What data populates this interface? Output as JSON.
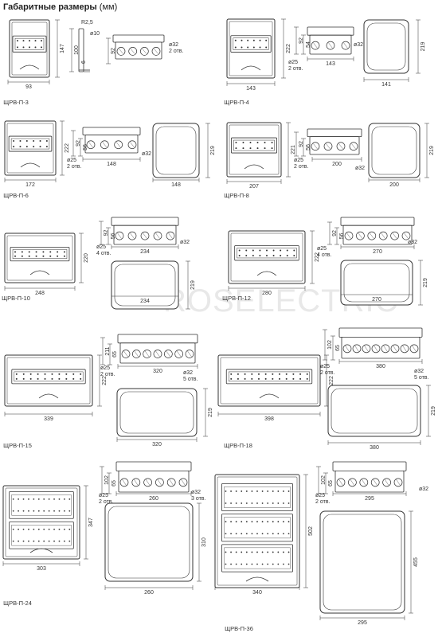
{
  "header": {
    "title": "Габаритные размеры",
    "unit": "(мм)"
  },
  "watermark": "ROSELECTRIC",
  "models": {
    "m3": {
      "label": "ЩРВ-П-3",
      "front_w": "93",
      "front_h": "147",
      "side_d": "100",
      "side_t": "6",
      "radius": "R2,5",
      "mount_hole": "ø10",
      "top_h": "92",
      "hole_a": "ø32",
      "hole_a_cnt": "2 отв."
    },
    "m4": {
      "label": "ЩРВ-П-4",
      "front_w": "143",
      "front_h": "222",
      "side_d": "92",
      "side_d2": "54",
      "base_w": "143",
      "hole_a": "ø32",
      "hole_b": "ø25",
      "hole_b_cnt": "2 отв.",
      "back_w": "141",
      "back_h": "219"
    },
    "m6": {
      "label": "ЩРВ-П-6",
      "front_w": "172",
      "front_h": "222",
      "side_d": "92",
      "side_d2": "56",
      "base_w": "148",
      "hole_a": "ø32",
      "hole_b": "ø25",
      "hole_b_cnt": "2 отв.",
      "back_w": "148",
      "back_h": "219"
    },
    "m8": {
      "label": "ЩРВ-П-8",
      "front_w": "207",
      "front_h": "221",
      "side_d": "92",
      "side_d2": "56",
      "base_w": "200",
      "hole_a": "ø32",
      "hole_b": "ø25",
      "hole_b_cnt": "2 отв.",
      "back_w": "200",
      "back_h": "219"
    },
    "m10": {
      "label": "ЩРВ-П-10",
      "front_w": "248",
      "front_h": "220",
      "side_d": "92",
      "side_d2": "56",
      "base_w": "234",
      "hole_a": "ø32",
      "hole_b": "ø25",
      "hole_b_cnt": "4 отв.",
      "back_w": "234",
      "back_h": "219"
    },
    "m12": {
      "label": "ЩРВ-П-12",
      "front_w": "280",
      "front_h": "222",
      "side_d": "92",
      "side_d2": "56",
      "base_w": "270",
      "hole_a": "ø32",
      "hole_b": "ø25",
      "hole_b_cnt": "4 отв.",
      "back_w": "270",
      "back_h": "219"
    },
    "m15": {
      "label": "ЩРВ-П-15",
      "front_w": "339",
      "front_h": "222",
      "side_d": "211",
      "side_d2": "65",
      "base_w": "320",
      "hole_a": "ø32",
      "hole_a_cnt": "5 отв.",
      "hole_b": "ø25",
      "hole_b_cnt": "2 отв.",
      "back_w": "320",
      "back_h": "219"
    },
    "m18": {
      "label": "ЩРВ-П-18",
      "front_w": "398",
      "front_h": "222",
      "side_d": "102",
      "side_d2": "65",
      "base_w": "380",
      "hole_a": "ø32",
      "hole_a_cnt": "5 отв.",
      "hole_b": "ø25",
      "hole_b_cnt": "2 отв.",
      "back_w": "380",
      "back_h": "219"
    },
    "m24": {
      "label": "ЩРВ-П-24",
      "front_w": "303",
      "front_h": "347",
      "side_d": "102",
      "side_d2": "65",
      "base_w": "260",
      "hole_a": "ø32",
      "hole_a_cnt": "3 отв.",
      "hole_b": "ø25",
      "hole_b_cnt": "2 отв.",
      "back_w": "260",
      "back_h": "310"
    },
    "m36": {
      "label": "ЩРВ-П-36",
      "front_w": "340",
      "front_h": "502",
      "side_d": "102",
      "side_d2": "65",
      "base_w": "295",
      "hole_a": "ø32",
      "hole_b": "ø25",
      "hole_b_cnt": "2 отв.",
      "back_w": "295",
      "back_h": "455"
    }
  }
}
